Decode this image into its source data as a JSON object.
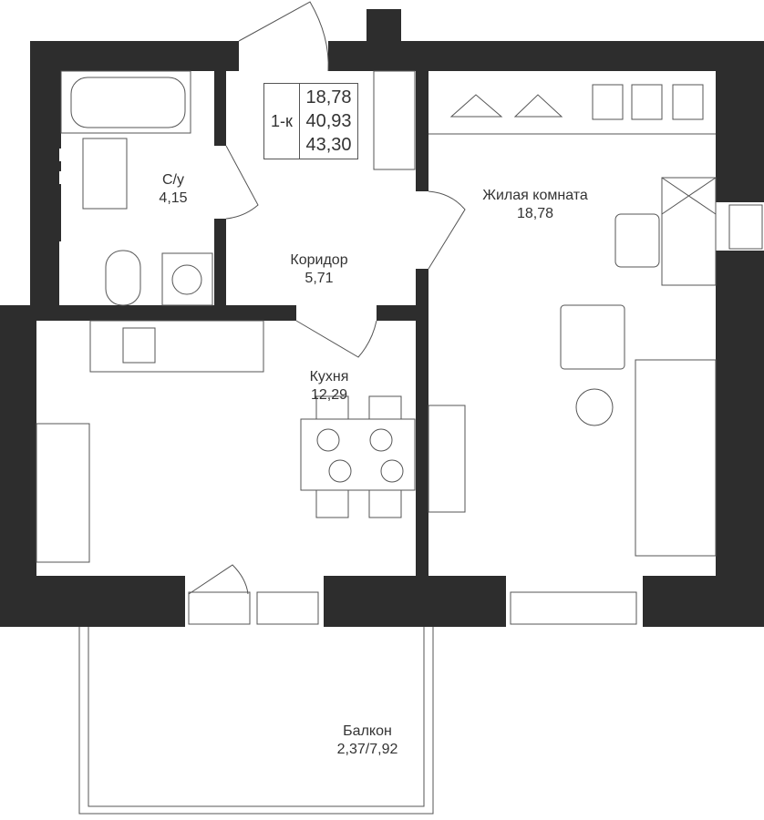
{
  "summary": {
    "type": "1-к",
    "living_area": "18,78",
    "total_area": "40,93",
    "total_with_balcony": "43,30"
  },
  "rooms": [
    {
      "name": "С/у",
      "area": "4,15"
    },
    {
      "name": "Коридор",
      "area": "5,71"
    },
    {
      "name": "Жилая комната",
      "area": "18,78"
    },
    {
      "name": "Кухня",
      "area": "12,29"
    },
    {
      "name": "Балкон",
      "area": "2,37/7,92"
    }
  ],
  "colors": {
    "wall": "#2d2d2d",
    "line": "#555555"
  }
}
